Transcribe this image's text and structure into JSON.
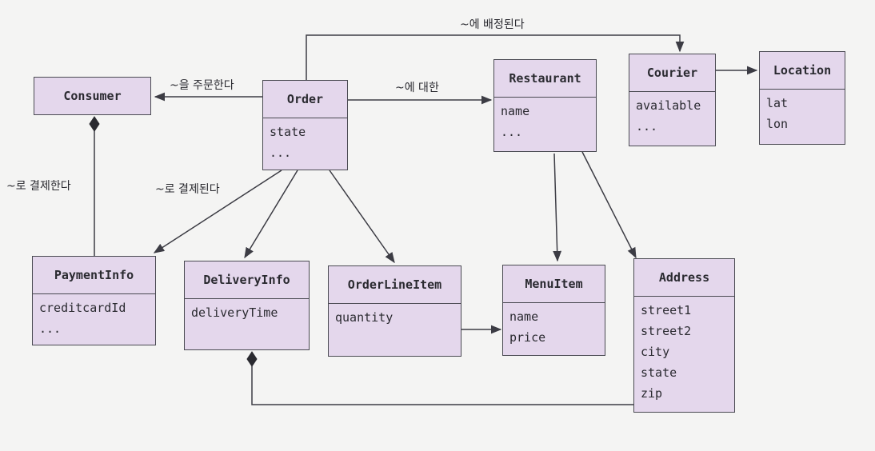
{
  "classes": {
    "consumer": {
      "name": "Consumer",
      "attrs": []
    },
    "order": {
      "name": "Order",
      "attrs": [
        "state",
        "..."
      ]
    },
    "restaurant": {
      "name": "Restaurant",
      "attrs": [
        "name",
        "..."
      ]
    },
    "courier": {
      "name": "Courier",
      "attrs": [
        "available",
        "..."
      ]
    },
    "location": {
      "name": "Location",
      "attrs": [
        "lat",
        "lon"
      ]
    },
    "payment_info": {
      "name": "PaymentInfo",
      "attrs": [
        "creditcardId",
        "..."
      ]
    },
    "delivery_info": {
      "name": "DeliveryInfo",
      "attrs": [
        "deliveryTime"
      ]
    },
    "order_line_item": {
      "name": "OrderLineItem",
      "attrs": [
        "quantity"
      ]
    },
    "menu_item": {
      "name": "MenuItem",
      "attrs": [
        "name",
        "price"
      ]
    },
    "address": {
      "name": "Address",
      "attrs": [
        "street1",
        "street2",
        "city",
        "state",
        "zip"
      ]
    }
  },
  "labels": {
    "assigned_to": "~에 배정된다",
    "orders": "~을 주문한다",
    "for": "~에 대한",
    "pays_with": "~로 결제한다",
    "paid_with": "~로 결제된다"
  },
  "colors": {
    "box_fill": "#e4d7ec",
    "line": "#3c3c44",
    "background": "#f4f4f3"
  }
}
